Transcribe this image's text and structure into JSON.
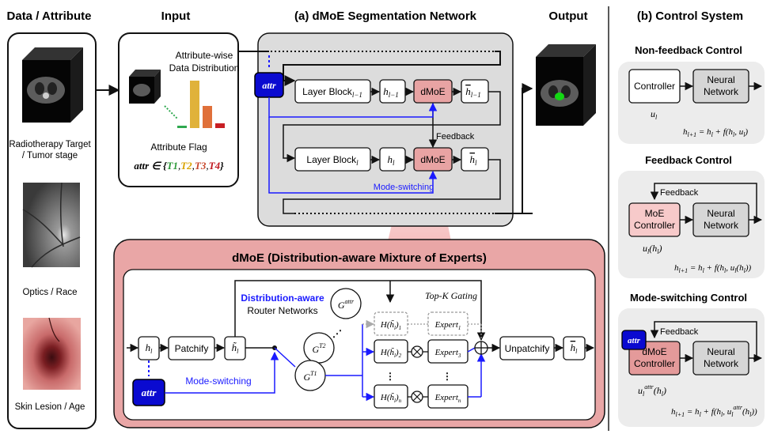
{
  "headers": {
    "data_attribute": "Data / Attribute",
    "input": "Input",
    "network": "(a) dMoE Segmentation Network",
    "output": "Output",
    "control": "(b) Control System"
  },
  "data_column": {
    "radiotherapy": [
      "Radiotherapy Target",
      "/ Tumor stage"
    ],
    "optics": "Optics / Race",
    "skin": "Skin Lesion / Age"
  },
  "input_panel": {
    "dist_label": [
      "Attribute-wise",
      "Data Distribution"
    ],
    "flag_label": "Attribute Flag",
    "flag_expr_prefix": "attr ∈ {",
    "flag_items": [
      "T1",
      "T2",
      "T3",
      "T4"
    ],
    "flag_colors": [
      "#2e9a3a",
      "#d9a300",
      "#c9472c",
      "#c01820"
    ],
    "bar_colors": [
      "#2fa84f",
      "#e0b23a",
      "#e0703a",
      "#c81e24"
    ]
  },
  "network": {
    "attr": "attr",
    "layer_block_prev": "Layer Block",
    "layer_block_prev_sub": "l−1",
    "h_prev": "h",
    "h_prev_sub": "l−1",
    "dmoe": "dMoE",
    "hbar_prev_sub": "l−1",
    "feedback": "Feedback",
    "layer_block": "Layer Block",
    "layer_block_sub": "l",
    "h": "h",
    "h_sub": "l",
    "hbar_sub": "l",
    "mode_switching": "Mode-switching"
  },
  "dmoe_panel": {
    "title": "dMoE (Distribution-aware Mixture of Experts)",
    "h": "h",
    "patchify": "Patchify",
    "router_title": "Distribution-aware",
    "router_sub": "Router Networks",
    "g_attr": "G",
    "g_attr_sup": "attr",
    "g_t2": "G",
    "g_t2_sup": "T2",
    "g_t1": "G",
    "g_t1_sup": "T1",
    "attr": "attr",
    "mode_switching": "Mode-switching",
    "topk": "Top-K Gating",
    "experts": [
      {
        "h_sub": "1",
        "expert_sub": "1"
      },
      {
        "h_sub": "2",
        "expert_sub": "3"
      },
      {
        "h_sub": "n",
        "expert_sub": "n"
      }
    ],
    "unpatchify": "Unpatchify",
    "expert_label": "Expert",
    "h_sym": "H"
  },
  "control": {
    "nonfeedback_title": "Non-feedback Control",
    "controller": "Controller",
    "neural": [
      "Neural",
      "Network"
    ],
    "u_l": "u",
    "eq1": "h",
    "feedback_title": "Feedback Control",
    "feedback": "Feedback",
    "moe_controller": [
      "MoE",
      "Controller"
    ],
    "mode_title": "Mode-switching Control",
    "dmoe_controller": [
      "dMoE",
      "Controller"
    ],
    "attr": "attr",
    "eq_nf": "h_{l+1} = h_l + f(h_l, u_l)",
    "eq_fb": "h_{l+1} = h_l + f(h_l, u_l(h_l))",
    "eq_ms": "h_{l+1} = h_l + f(h_l, u_l^{attr}(h_l))"
  },
  "colors": {
    "blue": "#1a1aff",
    "attr_fill": "#0a0ad0",
    "dmoe_fill": "#e8a3a3",
    "dmoe_panel": "#e9a6a6",
    "network_panel": "#dcdcdc",
    "control_panel": "#ececec"
  }
}
